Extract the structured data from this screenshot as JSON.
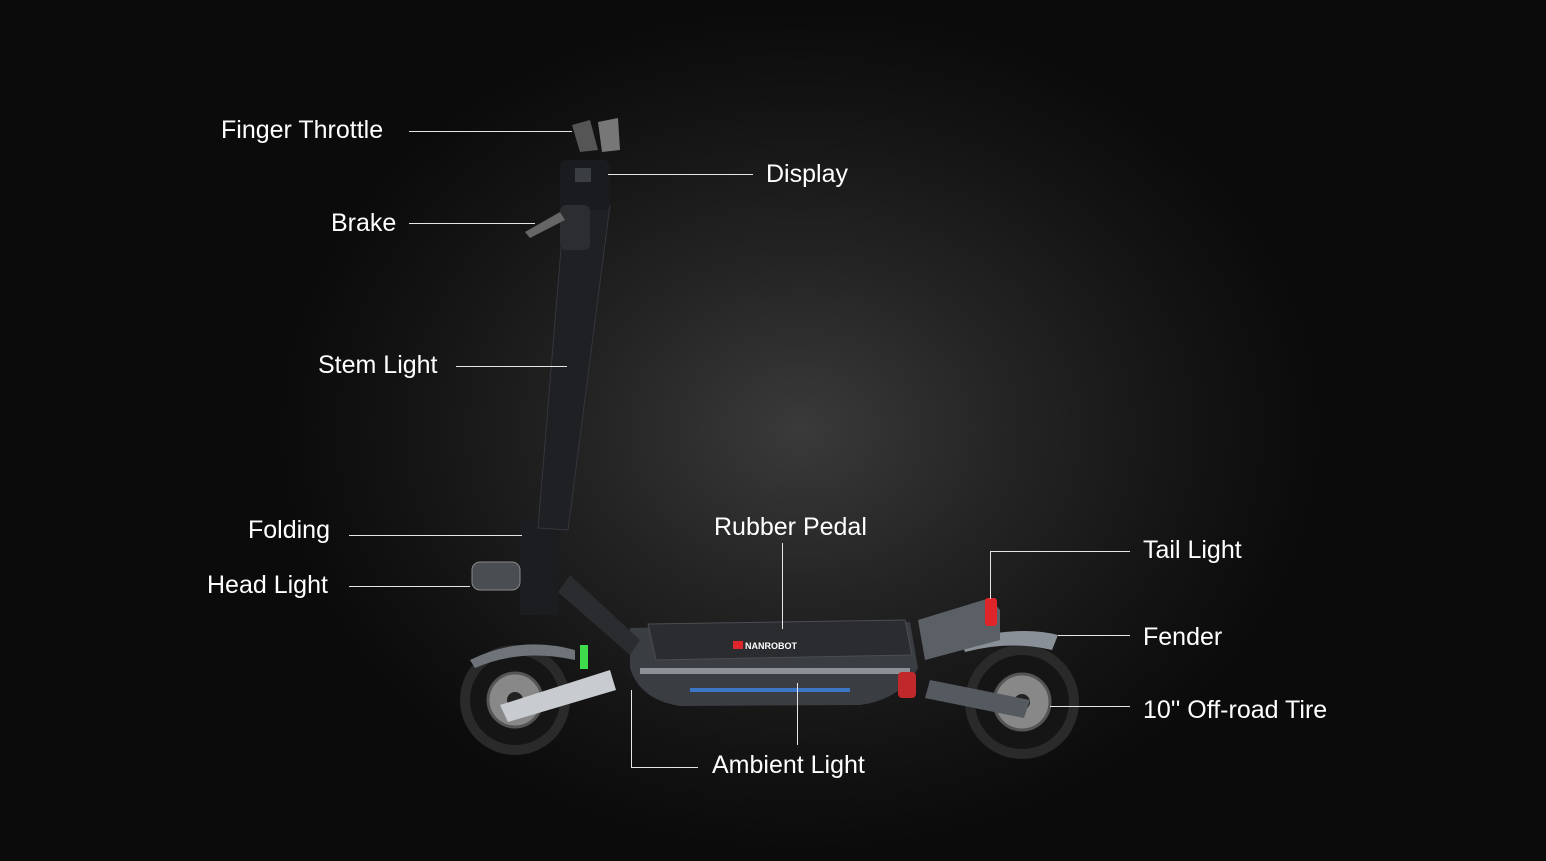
{
  "title": "Scooter feature diagram",
  "brand_logo": "NANROBOT",
  "labels": {
    "finger_throttle": "Finger Throttle",
    "display": "Display",
    "brake": "Brake",
    "stem_light": "Stem Light",
    "folding": "Folding",
    "head_light": "Head Light",
    "rubber_pedal": "Rubber Pedal",
    "tail_light": "Tail Light",
    "fender": "Fender",
    "tire": "10'' Off-road Tire",
    "ambient_light": "Ambient Light"
  },
  "colors": {
    "background": "#0d0d0d",
    "text": "#ffffff",
    "accent_green": "#3ddc4a",
    "tail_red": "#e0252a",
    "ambient_blue": "#3a8dff"
  }
}
